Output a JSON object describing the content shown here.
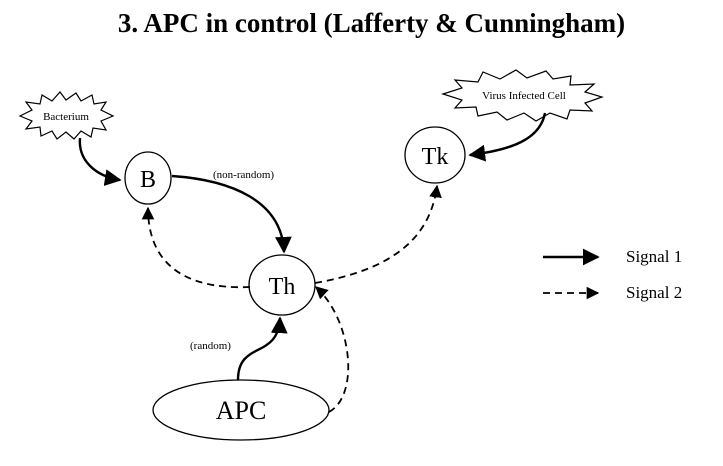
{
  "title": "3. APC in control (Lafferty & Cunningham)",
  "nodes": {
    "bacterium": "Bacterium",
    "virus_infected_cell": "Virus Infected Cell",
    "b_cell": "B",
    "th_cell": "Th",
    "tk_cell": "Tk",
    "apc": "APC"
  },
  "edge_labels": {
    "non_random": "(non-random)",
    "random": "(random)"
  },
  "legend": {
    "signal1": "Signal 1",
    "signal2": "Signal 2"
  },
  "colors": {
    "ink": "#000000",
    "background": "#ffffff"
  }
}
